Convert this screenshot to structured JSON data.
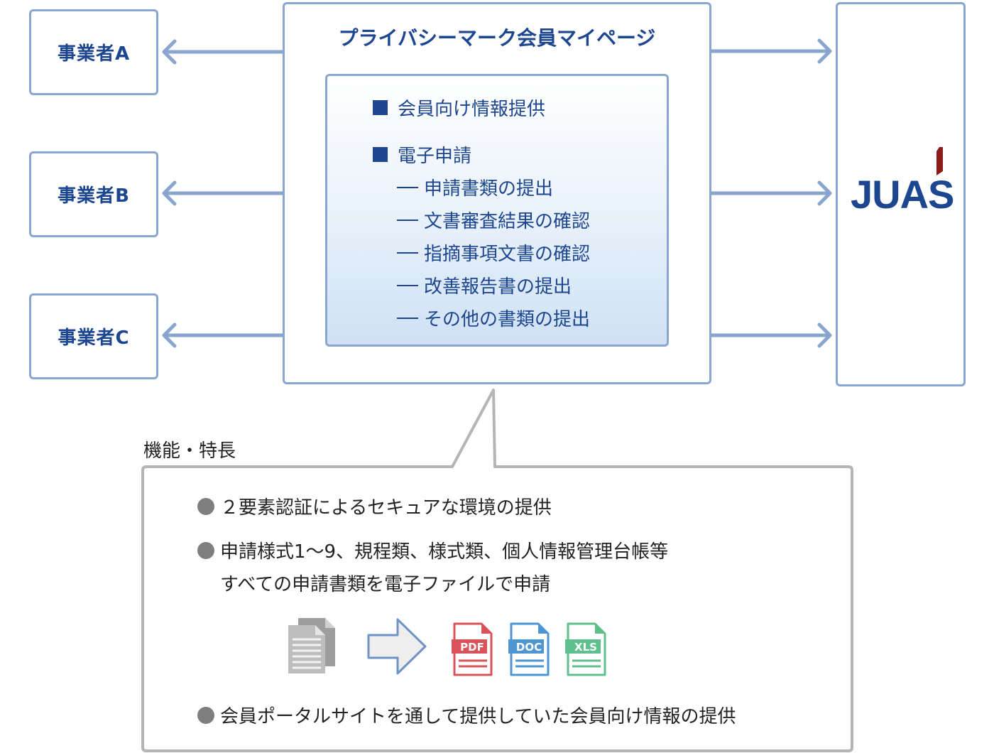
{
  "businesses": [
    {
      "label": "事業者A"
    },
    {
      "label": "事業者B"
    },
    {
      "label": "事業者C"
    }
  ],
  "portal": {
    "title": "プライバシーマーク会員マイページ",
    "items": [
      {
        "label": "会員向け情報提供"
      },
      {
        "label": "電子申請",
        "subitems": [
          {
            "label": "申請書類の提出"
          },
          {
            "label": "文書審査結果の確認"
          },
          {
            "label": "指摘事項文書の確認"
          },
          {
            "label": "改善報告書の提出"
          },
          {
            "label": "その他の書類の提出"
          }
        ]
      }
    ]
  },
  "organization": {
    "logo_text": "JUAS"
  },
  "features": {
    "label": "機能・特長",
    "points": [
      {
        "lines": [
          "２要素認証によるセキュアな環境の提供"
        ]
      },
      {
        "lines": [
          "申請様式1〜9、規程類、様式類、個人情報管理台帳等",
          "すべての申請書類を電子ファイルで申請"
        ]
      },
      {
        "lines": [
          "会員ポータルサイトを通して提供していた会員向け情報の提供"
        ]
      }
    ],
    "file_icons": [
      {
        "label": "PDF",
        "color": "#d9535a"
      },
      {
        "label": "DOC",
        "color": "#4d96d2"
      },
      {
        "label": "XLS",
        "color": "#5fc08e"
      }
    ]
  },
  "colors": {
    "frame": "#8aa6d0",
    "text_primary": "#1d4690",
    "callout": "#b5b5b5",
    "bullet": "#7f7f7f",
    "logo_accent": "#8b1a1a"
  }
}
